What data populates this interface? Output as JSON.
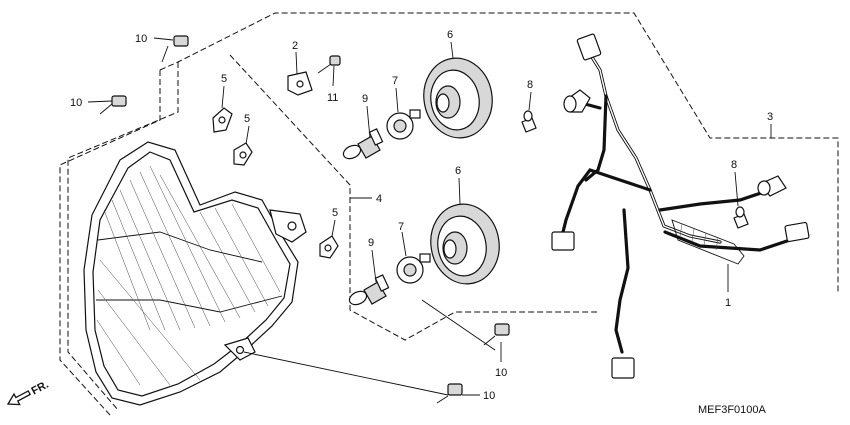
{
  "diagram_code": "MEF3F0100A",
  "direction_label": "FR.",
  "callouts": [
    {
      "id": "c-10a",
      "num": "10",
      "part": "screw"
    },
    {
      "id": "c-10b",
      "num": "10",
      "part": "screw"
    },
    {
      "id": "c-2",
      "num": "2",
      "part": "clip"
    },
    {
      "id": "c-11",
      "num": "11",
      "part": "screw"
    },
    {
      "id": "c-6a",
      "num": "6",
      "part": "dust-cover"
    },
    {
      "id": "c-6b",
      "num": "6",
      "part": "dust-cover"
    },
    {
      "id": "c-7a",
      "num": "7",
      "part": "bulb-socket"
    },
    {
      "id": "c-7b",
      "num": "7",
      "part": "bulb-socket"
    },
    {
      "id": "c-9a",
      "num": "9",
      "part": "bulb"
    },
    {
      "id": "c-9b",
      "num": "9",
      "part": "bulb"
    },
    {
      "id": "c-5a",
      "num": "5",
      "part": "adjuster-nut"
    },
    {
      "id": "c-5b",
      "num": "5",
      "part": "adjuster-nut"
    },
    {
      "id": "c-5c",
      "num": "5",
      "part": "adjuster-nut"
    },
    {
      "id": "c-4",
      "num": "4",
      "part": "headlight-unit"
    },
    {
      "id": "c-8a",
      "num": "8",
      "part": "position-bulb"
    },
    {
      "id": "c-8b",
      "num": "8",
      "part": "position-bulb"
    },
    {
      "id": "c-3",
      "num": "3",
      "part": "wire-harness"
    },
    {
      "id": "c-1",
      "num": "1",
      "part": "socket-assembly"
    },
    {
      "id": "c-10c",
      "num": "10",
      "part": "screw"
    },
    {
      "id": "c-10d",
      "num": "10",
      "part": "screw"
    }
  ]
}
